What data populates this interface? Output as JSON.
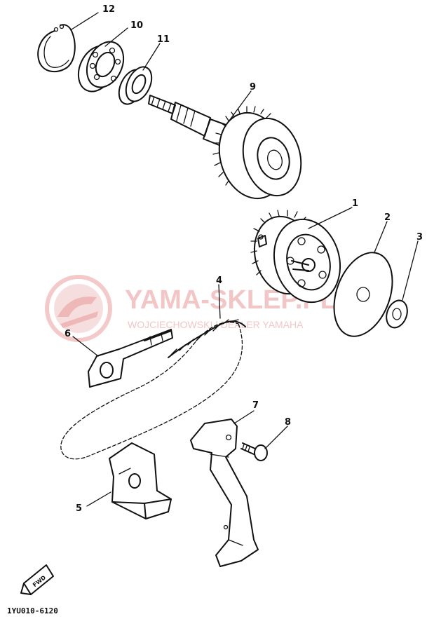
{
  "watermark": {
    "brand": "YAMA-SKLEP.PL",
    "tagline": "WOJCIECHOWSKI | DEALER YAMAHA"
  },
  "parts": [
    {
      "number": "1"
    },
    {
      "number": "2"
    },
    {
      "number": "3"
    },
    {
      "number": "4"
    },
    {
      "number": "5"
    },
    {
      "number": "6"
    },
    {
      "number": "7"
    },
    {
      "number": "8"
    },
    {
      "number": "9"
    },
    {
      "number": "10"
    },
    {
      "number": "11"
    },
    {
      "number": "12"
    }
  ],
  "direction_badge": "FWD",
  "diagram_code": "1YU010-6120",
  "colors": {
    "ink": "#111111",
    "watermark": "#f2c6c6",
    "background": "#ffffff"
  }
}
